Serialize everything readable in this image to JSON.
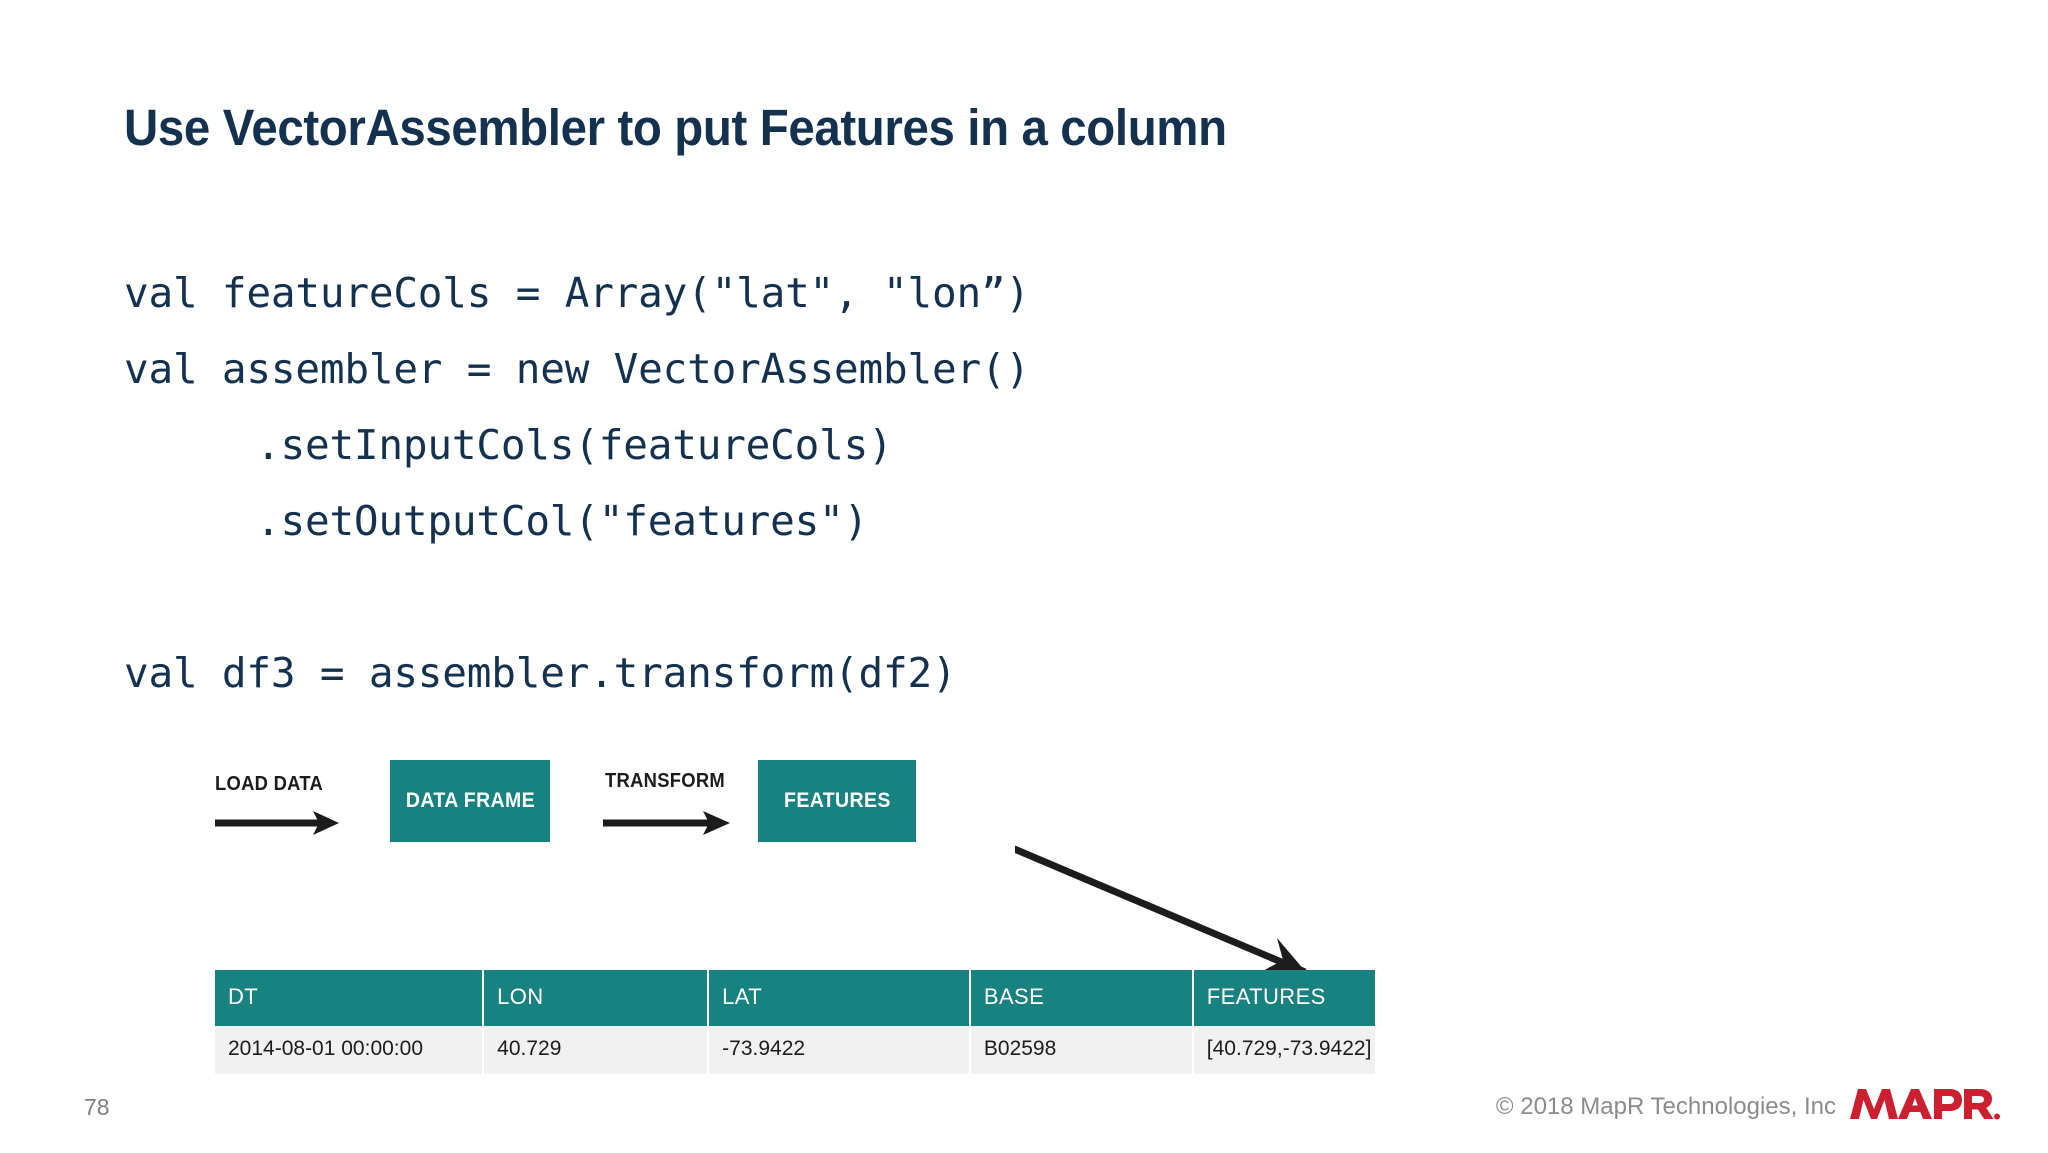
{
  "slide": {
    "title": "Use VectorAssembler to put Features in a column",
    "page_number": "78",
    "title_color": "#14324f",
    "accent_teal": "#17827f",
    "logo_red": "#cc2030"
  },
  "code": {
    "lines": [
      {
        "text": "val featureCols = Array(\"lat\", \"lon”)",
        "indented": false,
        "blank": false
      },
      {
        "text": "val assembler = new VectorAssembler()",
        "indented": false,
        "blank": false
      },
      {
        "text": ".setInputCols(featureCols)",
        "indented": true,
        "blank": false
      },
      {
        "text": ".setOutputCol(\"features\")",
        "indented": true,
        "blank": false
      },
      {
        "text": "",
        "indented": false,
        "blank": true
      },
      {
        "text": "val df3 = assembler.transform(df2)",
        "indented": false,
        "blank": false
      }
    ]
  },
  "diagram": {
    "steps": [
      {
        "type": "label",
        "text": "LOAD DATA"
      },
      {
        "type": "box",
        "text": "DATA FRAME"
      },
      {
        "type": "label",
        "text": "TRANSFORM"
      },
      {
        "type": "box",
        "text": "FEATURES"
      }
    ],
    "labels": {
      "load_data": "LOAD DATA",
      "transform": "TRANSFORM"
    },
    "boxes": {
      "data_frame": "DATA FRAME",
      "features": "FEATURES"
    }
  },
  "table": {
    "columns": [
      "DT",
      "LON",
      "LAT",
      "BASE",
      "FEATURES"
    ],
    "rows": [
      [
        "2014-08-01 00:00:00",
        "40.729",
        "-73.9422",
        "B02598",
        "[40.729,-73.9422]"
      ]
    ]
  },
  "footer": {
    "copyright": "© 2018 MapR Technologies, Inc",
    "logo_text": "MAPR."
  }
}
